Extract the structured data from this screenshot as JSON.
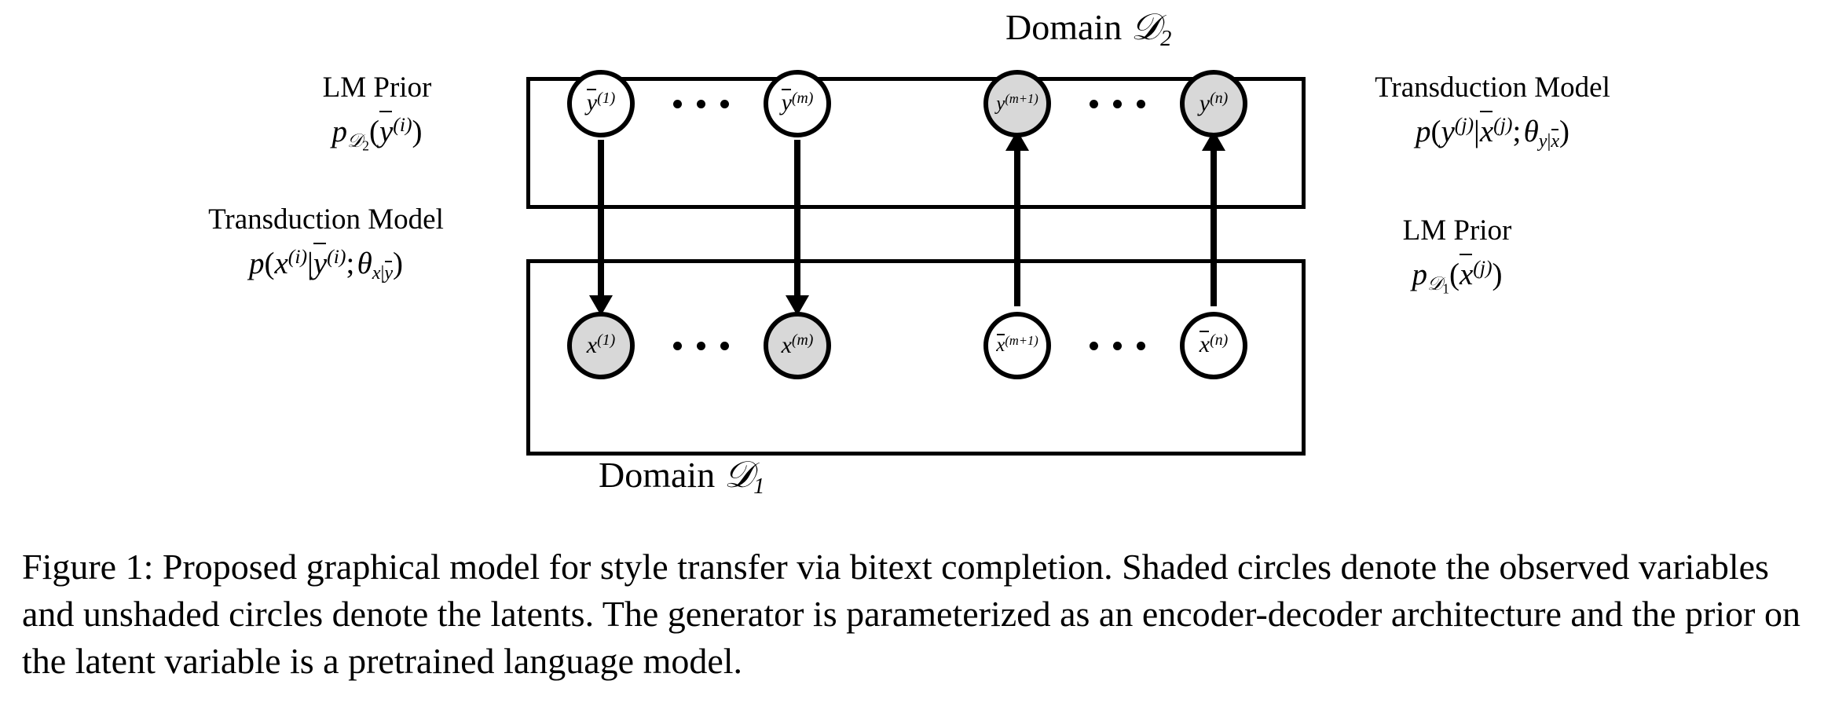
{
  "figure": {
    "number": "Figure 1",
    "caption": "Figure 1: Proposed graphical model for style transfer via bitext completion. Shaded circles denote the observed variables and unshaded circles denote the latents. The generator is parameterized as an encoder-decoder architecture and the prior on the latent variable is a pretrained language model."
  },
  "plates": {
    "top": {
      "name": "Domain D2",
      "label_prefix": "Domain",
      "label_symbol": "D",
      "label_subscript": "2"
    },
    "bottom": {
      "name": "Domain D1",
      "label_prefix": "Domain",
      "label_symbol": "D",
      "label_subscript": "1"
    }
  },
  "annotations": {
    "top_left": {
      "title": "LM Prior",
      "formula_plain": "p_{D_2}(ybar^{(i)})"
    },
    "top_right": {
      "title": "Transduction Model",
      "formula_plain": "p(y^{(j)}|xbar^{(j)}; theta_{y|xbar})"
    },
    "bottom_left": {
      "title": "Transduction Model",
      "formula_plain": "p(x^{(i)}|ybar^{(i)}; theta_{x|ybar})"
    },
    "bottom_right": {
      "title": "LM Prior",
      "formula_plain": "p_{D_1}(xbar^{(j)})"
    }
  },
  "nodes": {
    "top_row": [
      {
        "id": "ybar-1",
        "base": "y",
        "overbar": true,
        "superscript": "(1)",
        "shaded": false,
        "label_plain": "ybar^(1)"
      },
      {
        "id": "ybar-m",
        "base": "y",
        "overbar": true,
        "superscript": "(m)",
        "shaded": false,
        "label_plain": "ybar^(m)"
      },
      {
        "id": "y-m1",
        "base": "y",
        "overbar": false,
        "superscript": "(m+1)",
        "shaded": true,
        "label_plain": "y^(m+1)"
      },
      {
        "id": "y-n",
        "base": "y",
        "overbar": false,
        "superscript": "(n)",
        "shaded": true,
        "label_plain": "y^(n)"
      }
    ],
    "bottom_row": [
      {
        "id": "x-1",
        "base": "x",
        "overbar": false,
        "superscript": "(1)",
        "shaded": true,
        "label_plain": "x^(1)"
      },
      {
        "id": "x-m",
        "base": "x",
        "overbar": false,
        "superscript": "(m)",
        "shaded": true,
        "label_plain": "x^(m)"
      },
      {
        "id": "xbar-m1",
        "base": "x",
        "overbar": true,
        "superscript": "(m+1)",
        "shaded": false,
        "label_plain": "xbar^(m+1)"
      },
      {
        "id": "xbar-n",
        "base": "x",
        "overbar": true,
        "superscript": "(n)",
        "shaded": false,
        "label_plain": "xbar^(n)"
      }
    ]
  },
  "edges": [
    {
      "from": "ybar-1",
      "to": "x-1",
      "direction": "down"
    },
    {
      "from": "ybar-m",
      "to": "x-m",
      "direction": "down"
    },
    {
      "from": "xbar-m1",
      "to": "y-m1",
      "direction": "up"
    },
    {
      "from": "xbar-n",
      "to": "y-n",
      "direction": "up"
    }
  ],
  "ellipses": [
    {
      "row": "top",
      "between": [
        "ybar-1",
        "ybar-m"
      ],
      "dots": 3
    },
    {
      "row": "top",
      "between": [
        "y-m1",
        "y-n"
      ],
      "dots": 3
    },
    {
      "row": "bottom",
      "between": [
        "x-1",
        "x-m"
      ],
      "dots": 3
    },
    {
      "row": "bottom",
      "between": [
        "xbar-m1",
        "xbar-n"
      ],
      "dots": 3
    }
  ],
  "colors": {
    "stroke": "#000000",
    "shaded_fill": "#d8d8d8",
    "unshaded_fill": "#ffffff",
    "background": "#ffffff"
  }
}
